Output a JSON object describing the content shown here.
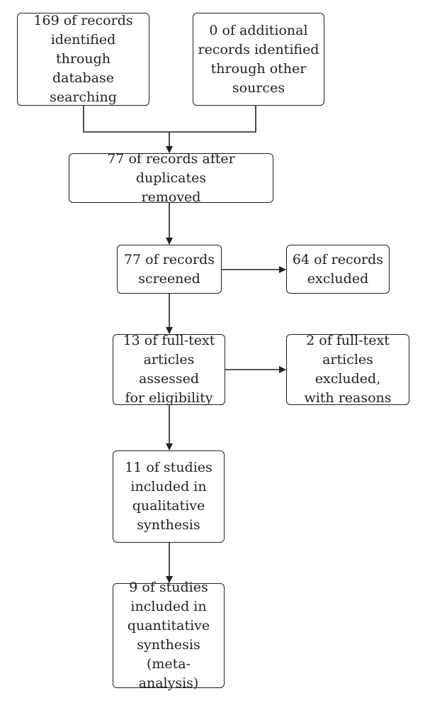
{
  "boxes": {
    "identified_database": "169 of records\nidentified through\ndatabase\nsearching",
    "identified_other": "0 of additional\nrecords identified\nthrough other\nsources",
    "after_duplicates": "77 of records after duplicates\nremoved",
    "screened": "77 of records\nscreened",
    "excluded": "64 of records\nexcluded",
    "fulltext_assessed": "13 of full-text\narticles assessed\nfor eligibility",
    "fulltext_excluded": "2 of full-text\narticles excluded,\nwith reasons",
    "qualitative": "11 of studies\nincluded in\nqualitative\nsynthesis",
    "quantitative": "9 of studies\nincluded in\nquantitative\nsynthesis\n(meta-analysis)"
  }
}
